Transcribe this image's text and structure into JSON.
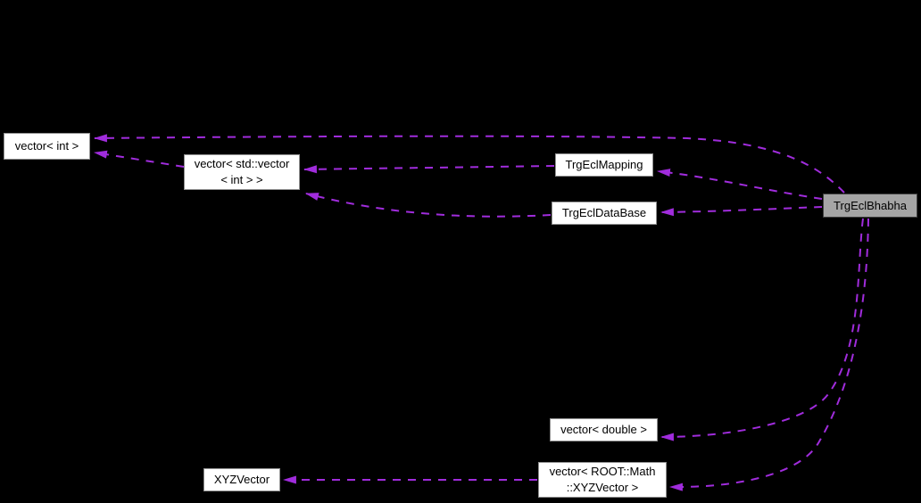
{
  "diagram": {
    "kind": "collaboration-graph",
    "focus_node": "TrgEclBhabha",
    "colors": {
      "background": "#000000",
      "edge": "#A02CDC",
      "node_fill": "#FFFFFF",
      "node_border": "#919191",
      "node_text": "#000000",
      "focus_fill": "#A5A5A5",
      "focus_border": "#3F3F3F"
    },
    "nodes": [
      {
        "id": "vector-int",
        "label": "vector< int >"
      },
      {
        "id": "vector-std-vector-int",
        "label": "vector< std::vector\n< int > >"
      },
      {
        "id": "trgeclmapping",
        "label": "TrgEclMapping"
      },
      {
        "id": "trgecldatabase",
        "label": "TrgEclDataBase"
      },
      {
        "id": "trgeclbhabha",
        "label": "TrgEclBhabha"
      },
      {
        "id": "vector-double",
        "label": "vector< double >"
      },
      {
        "id": "vector-root-math-xyzvector",
        "label": "vector< ROOT::Math\n::XYZVector >"
      },
      {
        "id": "xyzvector",
        "label": "XYZVector"
      }
    ],
    "edges": [
      {
        "from": "TrgEclBhabha",
        "to": "vector< int >",
        "style": "dashed-arrow"
      },
      {
        "from": "vector< std::vector< int > >",
        "to": "vector< int >",
        "style": "dashed-arrow"
      },
      {
        "from": "TrgEclMapping",
        "to": "vector< std::vector< int > >",
        "style": "dashed-arrow"
      },
      {
        "from": "TrgEclDataBase",
        "to": "vector< std::vector< int > >",
        "style": "dashed-arrow"
      },
      {
        "from": "TrgEclBhabha",
        "to": "TrgEclMapping",
        "style": "dashed-arrow"
      },
      {
        "from": "TrgEclBhabha",
        "to": "TrgEclDataBase",
        "style": "dashed-arrow"
      },
      {
        "from": "TrgEclBhabha",
        "to": "vector< double >",
        "style": "dashed-arrow"
      },
      {
        "from": "TrgEclBhabha",
        "to": "vector< ROOT::Math::XYZVector >",
        "style": "dashed-arrow"
      },
      {
        "from": "vector< ROOT::Math::XYZVector >",
        "to": "XYZVector",
        "style": "dashed-arrow"
      }
    ]
  }
}
